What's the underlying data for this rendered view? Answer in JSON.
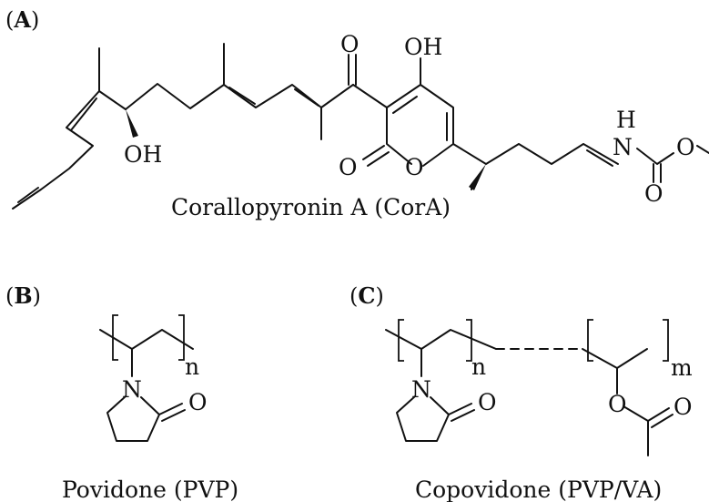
{
  "panels": {
    "a": {
      "label_open": "(",
      "label_letter": "A",
      "label_close": ")",
      "caption": "Corallopyronin A (CorA)",
      "atoms": {
        "o_ketone": "O",
        "oh_ring": "OH",
        "oh_chain": "OH",
        "o_lactone_carbonyl": "O",
        "o_ring": "O",
        "h_amide": "H",
        "n_amide": "N",
        "o_carbamate": "O",
        "o_carbamate_carbonyl": "O"
      }
    },
    "b": {
      "label_open": "(",
      "label_letter": "B",
      "label_close": ")",
      "caption": "Povidone (PVP)",
      "repeat_subscript": "n",
      "atoms": {
        "n": "N",
        "o": "O"
      }
    },
    "c": {
      "label_open": "(",
      "label_letter": "C",
      "label_close": ")",
      "caption": "Copovidone (PVP/VA)",
      "repeat_subscript_1": "n",
      "repeat_subscript_2": "m",
      "atoms": {
        "n": "N",
        "o_carbonyl": "O",
        "o_ester": "O",
        "o_acetyl": "O"
      }
    }
  },
  "colors": {
    "ink": "#111111",
    "background": "#ffffff"
  }
}
